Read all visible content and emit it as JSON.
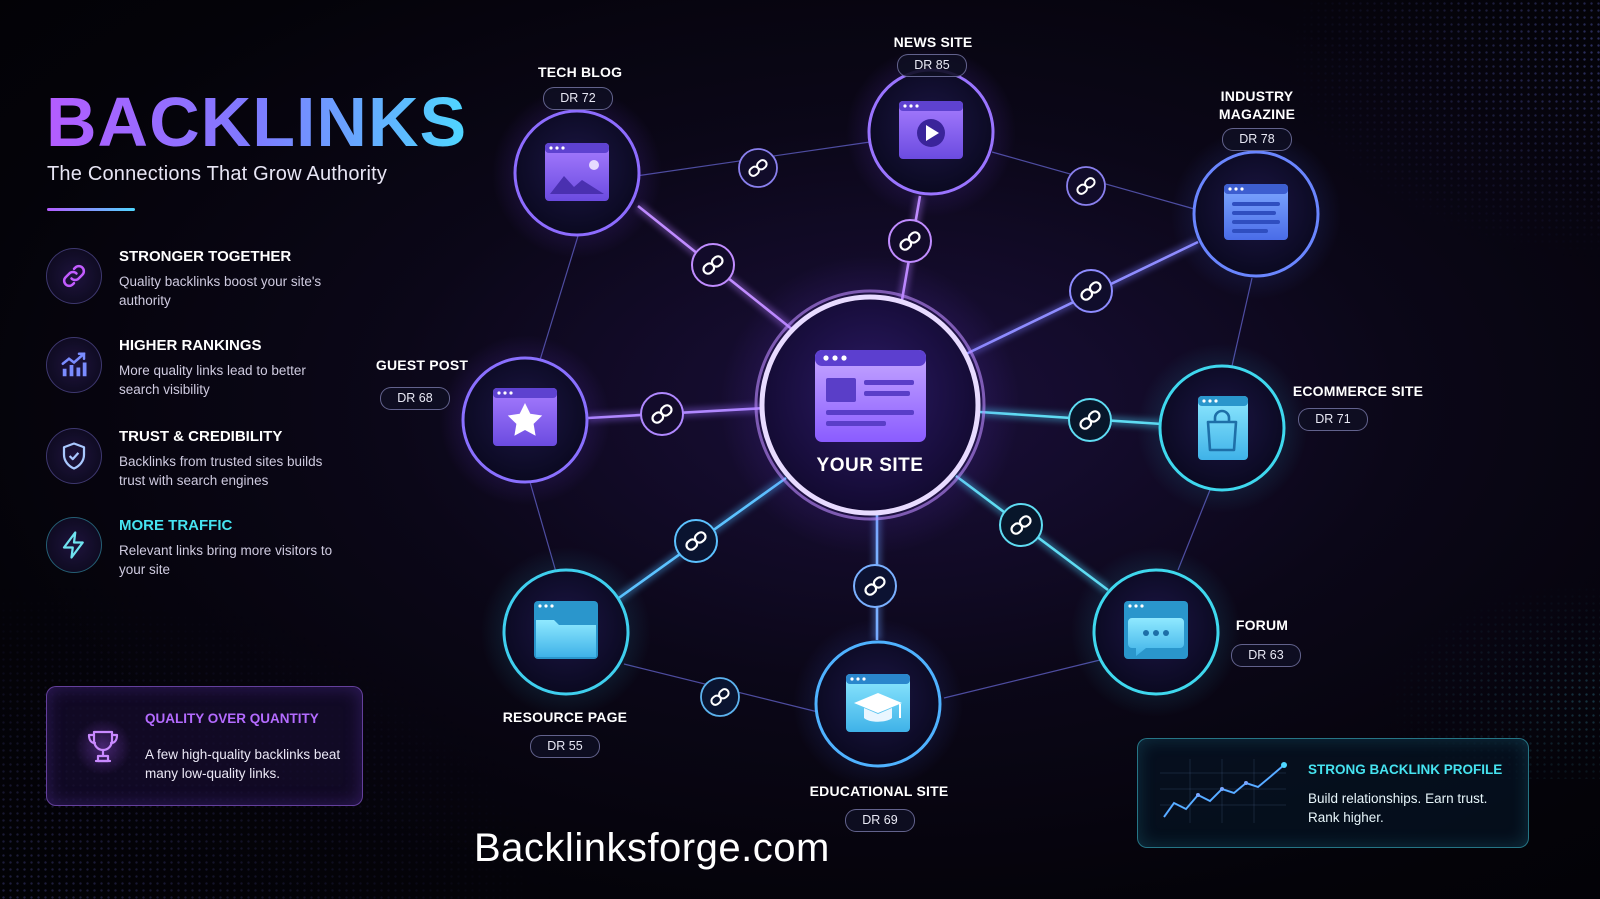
{
  "header": {
    "title": "BACKLINKS",
    "subtitle": "The Connections That Grow Authority"
  },
  "features": [
    {
      "title": "STRONGER TOGETHER",
      "desc": "Quality backlinks boost your site's authority",
      "icon": "link-icon"
    },
    {
      "title": "HIGHER RANKINGS",
      "desc": "More quality links lead to better search visibility",
      "icon": "chart-icon"
    },
    {
      "title": "TRUST & CREDIBILITY",
      "desc": "Backlinks from trusted sites builds trust with search engines",
      "icon": "shield-icon"
    },
    {
      "title": "MORE TRAFFIC",
      "desc": "Relevant links bring more visitors to your site",
      "icon": "lightning-icon"
    }
  ],
  "quality": {
    "title": "QUALITY OVER QUANTITY",
    "desc": "A few high-quality backlinks beat many low-quality links.",
    "icon": "trophy-icon"
  },
  "profile": {
    "title": "STRONG BACKLINK PROFILE",
    "desc": "Build relationships. Earn trust. Rank higher.",
    "icon": "growth-chart-icon"
  },
  "center": {
    "label": "YOUR SITE",
    "icon": "website-icon"
  },
  "nodes": [
    {
      "label": "TECH BLOG",
      "dr": "DR 72",
      "icon": "image-icon"
    },
    {
      "label": "NEWS SITE",
      "dr": "DR 85",
      "icon": "video-icon"
    },
    {
      "label": "INDUSTRY\nMAGAZINE",
      "dr": "DR 78",
      "icon": "document-icon"
    },
    {
      "label": "GUEST POST",
      "dr": "DR 68",
      "icon": "star-icon"
    },
    {
      "label": "ECOMMERCE SITE",
      "dr": "DR 71",
      "icon": "shopping-bag-icon"
    },
    {
      "label": "RESOURCE PAGE",
      "dr": "DR 55",
      "icon": "folder-icon"
    },
    {
      "label": "EDUCATIONAL SITE",
      "dr": "DR 69",
      "icon": "graduation-cap-icon"
    },
    {
      "label": "FORUM",
      "dr": "DR 63",
      "icon": "chat-icon"
    }
  ],
  "footer": {
    "website": "Backlinksforge.com"
  },
  "colors": {
    "purple": "#a46bff",
    "blue": "#6a7cff",
    "cyan": "#3fd8ee",
    "title_gradient_start": "#b45cff",
    "title_gradient_end": "#4fd7ff"
  }
}
